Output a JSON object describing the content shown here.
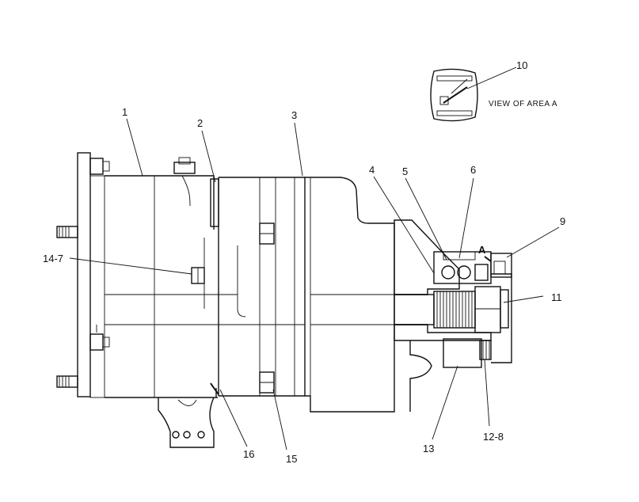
{
  "callouts": {
    "c1": "1",
    "c2": "2",
    "c3": "3",
    "c4": "4",
    "c5": "5",
    "c6": "6",
    "c9": "9",
    "c10": "10",
    "c11": "11",
    "c12_8": "12-8",
    "c13": "13",
    "c14_7": "14-7",
    "c15": "15",
    "c16": "16",
    "area_a": "A"
  },
  "detail_view": {
    "caption": "VIEW OF AREA A"
  },
  "colors": {
    "line": "#111111",
    "background": "#ffffff",
    "hatch": "#111111"
  }
}
